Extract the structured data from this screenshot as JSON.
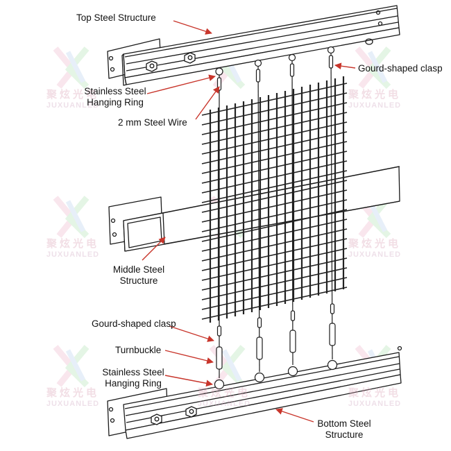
{
  "labels": {
    "top_steel_structure": "Top Steel Structure",
    "gourd_clasp_top": "Gourd-shaped clasp",
    "hanging_ring_top_l1": "Stainless Steel",
    "hanging_ring_top_l2": "Hanging Ring",
    "steel_wire": "2 mm Steel Wire",
    "middle_steel_l1": "Middle Steel",
    "middle_steel_l2": "Structure",
    "gourd_clasp_bottom": "Gourd-shaped clasp",
    "turnbuckle": "Turnbuckle",
    "hanging_ring_bottom_l1": "Stainless Steel",
    "hanging_ring_bottom_l2": "Hanging Ring",
    "bottom_steel_l1": "Bottom Steel",
    "bottom_steel_l2": "Structure"
  },
  "watermark": {
    "chinese": "聚炫光电",
    "english": "JUXUANLED"
  },
  "colors": {
    "arrow": "#c8352b",
    "line": "#1a1a1a",
    "watermark_pink": "#e8a7bd",
    "watermark_green": "#9ed9a0",
    "watermark_blue": "#a9c6ea"
  }
}
